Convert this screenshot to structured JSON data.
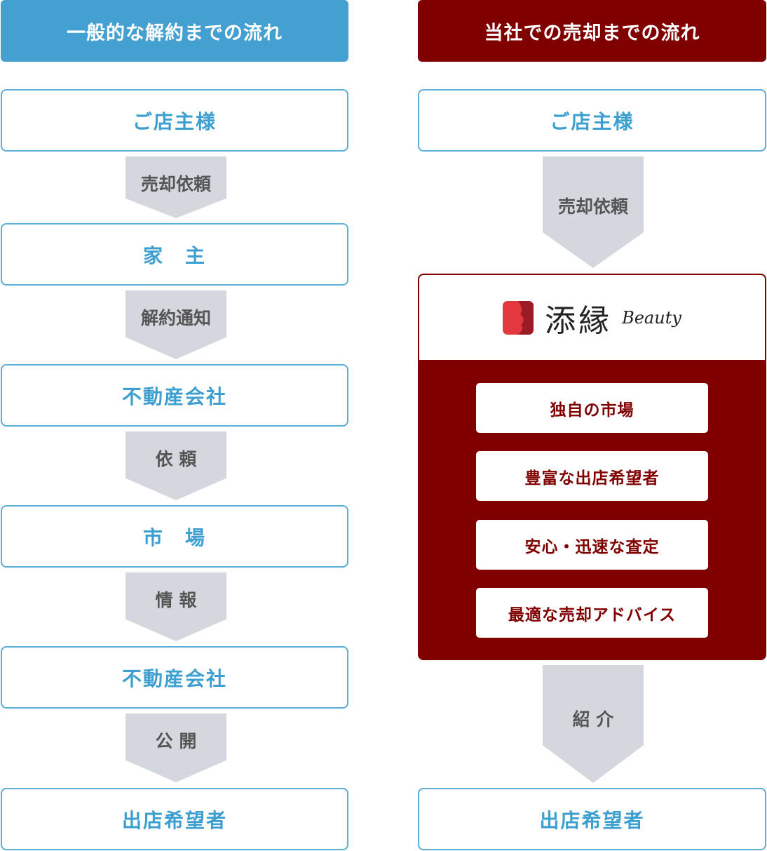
{
  "left": {
    "title": "一般的な解約までの流れ",
    "steps": [
      "ご店主様",
      "家　主",
      "不動産会社",
      "市　場",
      "不動産会社",
      "出店希望者"
    ],
    "arrows": [
      "売却依頼",
      "解約通知",
      "依 頼",
      "情 報",
      "公 開"
    ]
  },
  "right": {
    "title": "当社での売却までの流れ",
    "start": "ご店主様",
    "arrow1": "売却依頼",
    "logo": {
      "name": "添縁",
      "sub": "Beauty"
    },
    "features": [
      "独自の市場",
      "豊富な出店希望者",
      "安心・迅速な査定",
      "最適な売却アドバイス"
    ],
    "arrow2": "紹 介",
    "end": "出店希望者"
  },
  "colors": {
    "blue": "#44a0d0",
    "red": "#800000",
    "arrow": "#d4d8de"
  }
}
